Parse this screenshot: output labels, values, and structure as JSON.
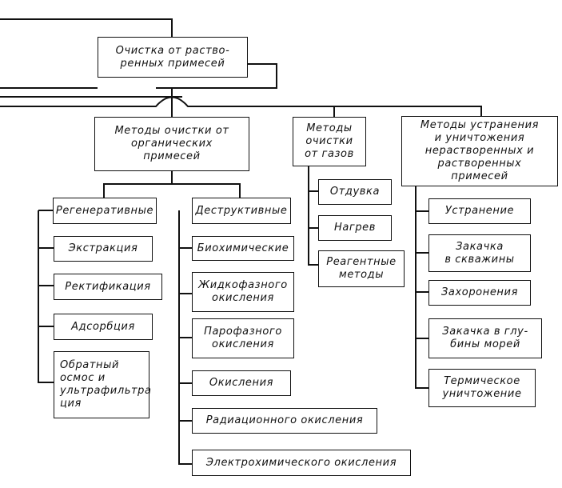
{
  "root": {
    "label": "Очистка  от  раство-\nренных  примесей"
  },
  "branches": {
    "organic": {
      "label": "Методы  очистки  от\nорганических\nпримесей"
    },
    "gases": {
      "label": "Методы\nочистки\nот  газов"
    },
    "undissolved": {
      "label": "Методы  устранения\nи  уничтожения\nнерастворенных  и\nрастворенных\nпримесей"
    }
  },
  "organic_groups": {
    "regenerative": {
      "label": "Регенеративные",
      "items": [
        "Экстракция",
        "Ректификация",
        "Адсорбция",
        "Обратный\nосмос  и\nультрафильтра\nция"
      ]
    },
    "destructive": {
      "label": "Деструктивные",
      "items": [
        "Биохимические",
        "Жидкофазного\nокисления",
        "Парофазного\nокисления",
        "Окисления",
        "Радиационного  окисления",
        "Электрохимического  окисления"
      ]
    }
  },
  "gas_items": [
    "Отдувка",
    "Нагрев",
    "Реагентные\nметоды"
  ],
  "undissolved_items": [
    "Устранение",
    "Закачка\nв  скважины",
    "Захоронения",
    "Закачка  в  глу-\nбины  морей",
    "Термическое\nуничтожение"
  ]
}
